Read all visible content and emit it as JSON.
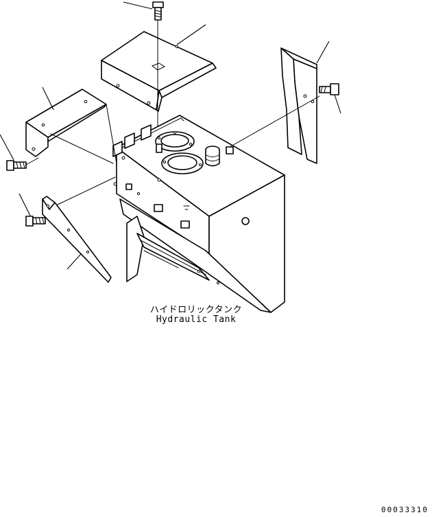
{
  "labels": {
    "part_name_ja": "ハイドロリックタンク",
    "part_name_en": "Hydraulic Tank",
    "drawing_code": "00033310"
  },
  "colors": {
    "line": "#000000",
    "background": "#ffffff"
  }
}
